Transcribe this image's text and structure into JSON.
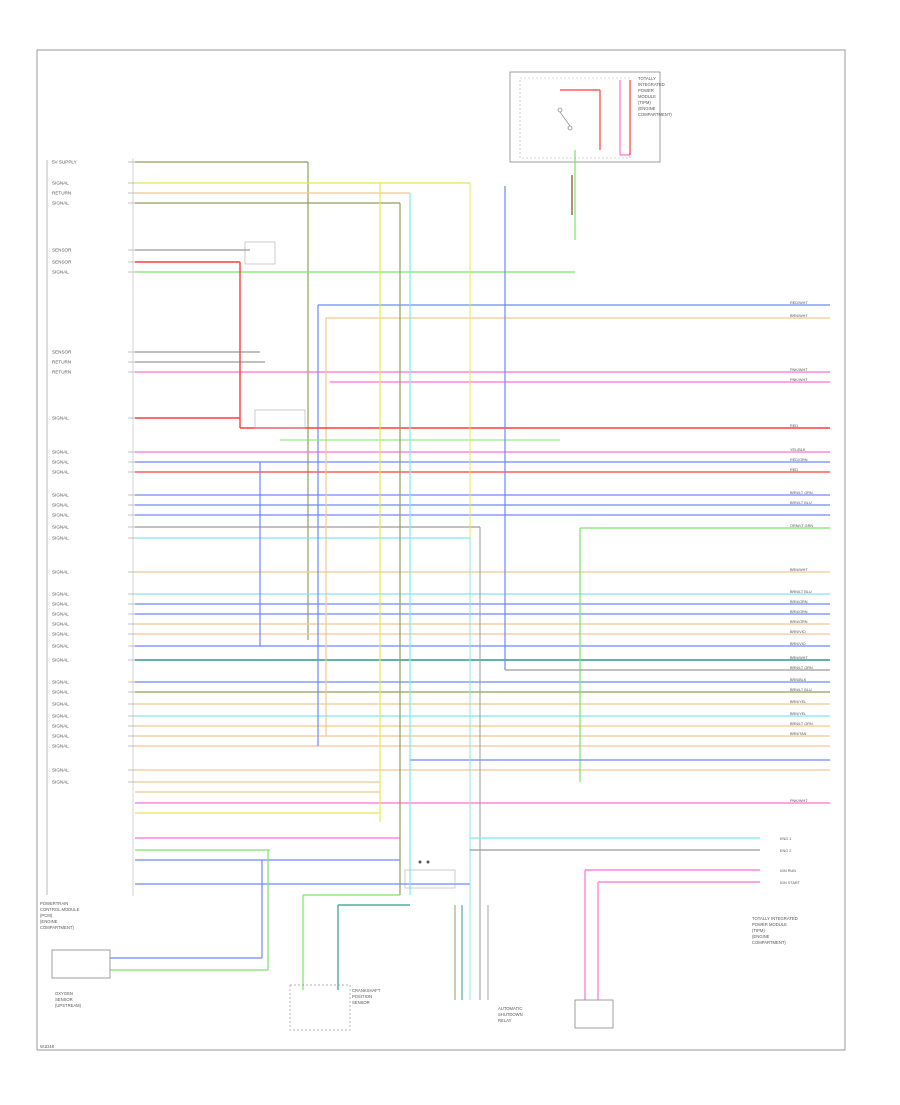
{
  "diagram": {
    "footer": "W1D48",
    "colors": {
      "frame": "#999999",
      "text": "#555555",
      "wire_red": "#ff3b3b",
      "wire_pink": "#ff6fd8",
      "wire_green": "#7be36b",
      "wire_yellow": "#e8e84a",
      "wire_blue": "#6f86ff",
      "wire_cyan": "#7fe8f0",
      "wire_tan": "#f2c894",
      "wire_gray": "#9a9a9a",
      "wire_teal": "#2e9c8f",
      "wire_olive": "#8da05a"
    },
    "left_labels": [
      "5V SUPPLY",
      "SIGNAL",
      "RETURN",
      "SIGNAL",
      "SENSOR",
      "SENSOR",
      "SIGNAL",
      "SENSOR",
      "RETURN",
      "RETURN",
      "SIGNAL",
      "SIGNAL",
      "SIGNAL",
      "SIGNAL",
      "SIGNAL",
      "SIGNAL",
      "SIGNAL",
      "SIGNAL",
      "SIGNAL",
      "SIGNAL",
      "SIGNAL",
      "SIGNAL",
      "SIGNAL",
      "SIGNAL",
      "SIGNAL",
      "SIGNAL",
      "SIGNAL",
      "SIGNAL",
      "SIGNAL",
      "SIGNAL",
      "SIGNAL",
      "SIGNAL",
      "SIGNAL",
      "SIGNAL",
      "SIGNAL",
      "SIGNAL"
    ],
    "pcm_label": [
      "POWERTRAIN",
      "CONTROL MODULE",
      "(PCM)",
      "(ENGINE",
      "COMPARTMENT)"
    ],
    "top_box_label": [
      "TOTALLY",
      "INTEGRATED",
      "POWER",
      "MODULE",
      "(TIPM)",
      "(ENGINE",
      "COMPARTMENT)"
    ],
    "bottom_right_label": [
      "TOTALLY INTEGRATED",
      "POWER MODULE",
      "(TIPM)",
      "(ENGINE",
      "COMPARTMENT)"
    ],
    "right_pins": [
      "RED/WHT",
      "BRN/WHT",
      "PNK/WHT",
      "PNK/WHT",
      "RED",
      "YEL/BLK",
      "RED/ORN",
      "RED",
      "BRN/LT GRN",
      "BRN/LT BLU",
      "ORN/LT GRN",
      "BRN/WHT",
      "BRN/LT BLU",
      "BRN/ORN",
      "BRN/ORN",
      "BRN/ORN",
      "BRN/VIO",
      "BRN/VIO",
      "BRN/WHT",
      "BRN/LT GRN",
      "BRN/BLK",
      "BRN/LT BLU",
      "BRN/YEL",
      "BRN/YEL",
      "BRN/LT GRN",
      "BRN/TAN",
      "PNK/WHT"
    ],
    "bottom_components": [
      [
        "OXYGEN",
        "SENSOR",
        "(UPSTREAM)"
      ],
      [
        "CRANKSHAFT",
        "POSITION",
        "SENSOR"
      ],
      [
        "AUTOMATIC",
        "SHUTDOWN",
        "RELAY"
      ]
    ],
    "bottom_right_pins": [
      "ENG 1",
      "ENG 2",
      "IGN RUN",
      "IGN START"
    ]
  }
}
